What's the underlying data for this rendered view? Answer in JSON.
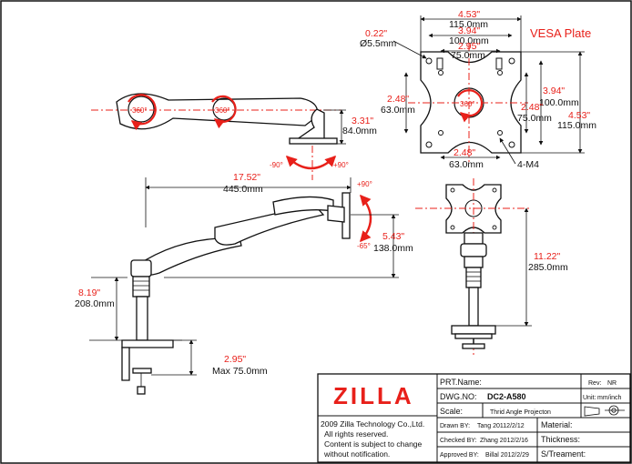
{
  "top_view": {
    "rot_left": "360°",
    "rot_mid": "360°",
    "height_in": "3.31\"",
    "height_mm": "84.0mm",
    "tilt_neg": "-90°",
    "tilt_pos": "+90°"
  },
  "vesa": {
    "title": "VESA Plate",
    "w1_in": "4.53\"",
    "w1_mm": "115.0mm",
    "w2_in": "3.94\"",
    "w2_mm": "100.0mm",
    "w3_in": "2.95\"",
    "w3_mm": "75.0mm",
    "hole_in": "0.22\"",
    "hole_mm": "Ø5.5mm",
    "l_in": "2.48\"",
    "l_mm": "63.0mm",
    "rot": "360°",
    "r1_in": "3.94\"",
    "r1_mm": "100.0mm",
    "r2_in": "2.48\"",
    "r2_mm": "75.0mm",
    "r3_in": "4.53\"",
    "r3_mm": "115.0mm",
    "b_in": "2.48\"",
    "b_mm": "63.0mm",
    "screws": "4-M4"
  },
  "side_view": {
    "reach_in": "17.52\"",
    "reach_mm": "445.0mm",
    "tilt_pos": "+90°",
    "tilt_neg": "-65°",
    "drop_in": "5.43\"",
    "drop_mm": "138.0mm",
    "height_in": "8.19\"",
    "height_mm": "208.0mm",
    "clamp_in": "2.95\"",
    "clamp_mm": "Max 75.0mm"
  },
  "front_view": {
    "height_in": "11.22\"",
    "height_mm": "285.0mm"
  },
  "title_block": {
    "logo": "ZILLA",
    "copyright": "2009 Zilla Technology Co.,Ltd.",
    "rights": "All rights reserved.",
    "notice1": "Content is subject to change",
    "notice2": "without notification.",
    "prt_name_label": "PRT.Name:",
    "rev_label": "Rev:",
    "rev_value": "NR",
    "dwg_label": "DWG.NO:",
    "dwg_value": "DC2-A580",
    "unit_label": "Unit:",
    "unit_value": "mm/inch",
    "scale_label": "Scale:",
    "projection": "Thrid Angle Projecton",
    "drawn_label": "Drawn BY:",
    "drawn_value": "Tang  20112/2/12",
    "material_label": "Material:",
    "checked_label": "Checked BY:",
    "checked_value": "Zhang  2012/2/16",
    "thickness_label": "Thickness:",
    "approved_label": "Approved BY:",
    "approved_value": "Billal  2012/2/29",
    "treatment_label": "S/Treament:"
  },
  "colors": {
    "accent": "#e8201a",
    "ink": "#111111"
  }
}
